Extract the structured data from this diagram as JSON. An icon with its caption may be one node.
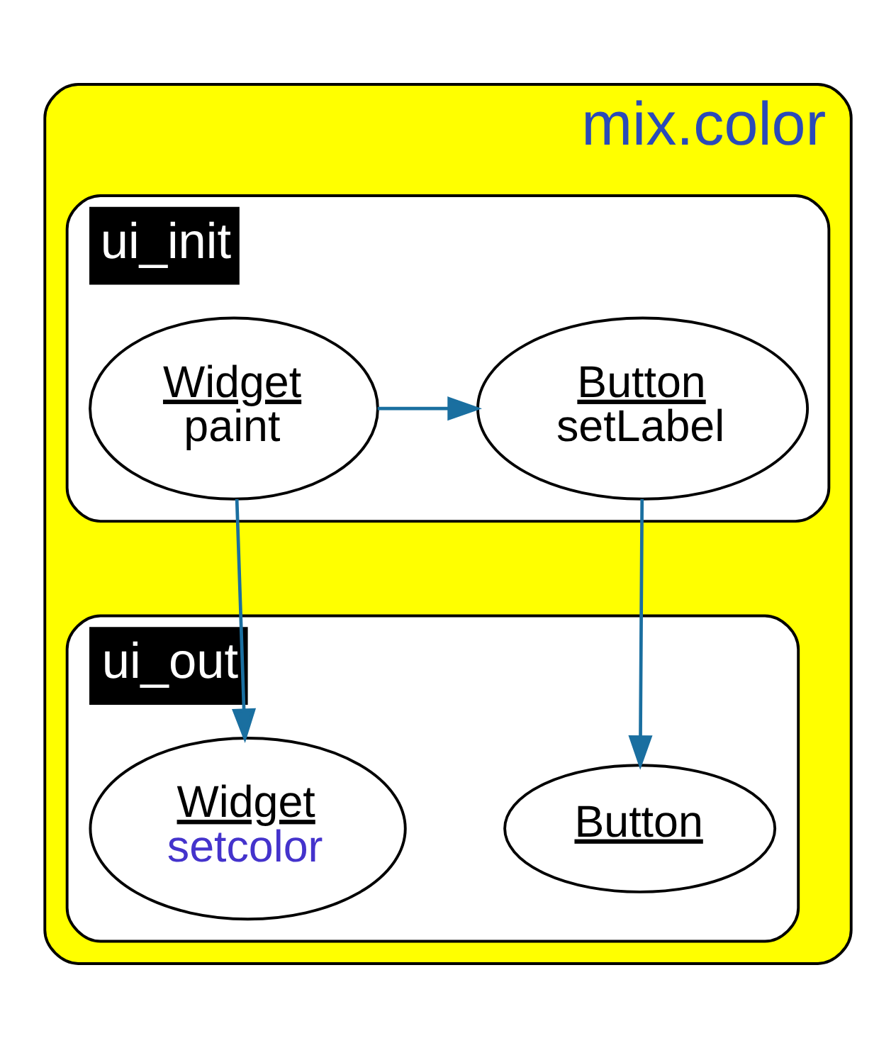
{
  "diagram": {
    "nodes": [
      {
        "text": [
          "mix.color"
        ]
      },
      {
        "text": [
          "ui_init"
        ],
        "in": 0
      },
      {
        "text": [
          "Widget",
          "paint"
        ],
        "in": 1
      },
      {
        "text": [
          "Button",
          "setLabel"
        ],
        "in": 1
      },
      {
        "text": [
          "ui_out"
        ],
        "in": 0
      },
      {
        "text": [
          "Widget",
          "setcolor"
        ],
        "in": 4
      },
      {
        "text": [
          "Button"
        ],
        "in": 4
      }
    ],
    "edges": [
      {
        "from": 2,
        "to": 3,
        "arrow": "to"
      },
      {
        "from": 2,
        "to": 5,
        "arrow": "to"
      },
      {
        "from": 3,
        "to": 6,
        "arrow": "to"
      }
    ]
  }
}
